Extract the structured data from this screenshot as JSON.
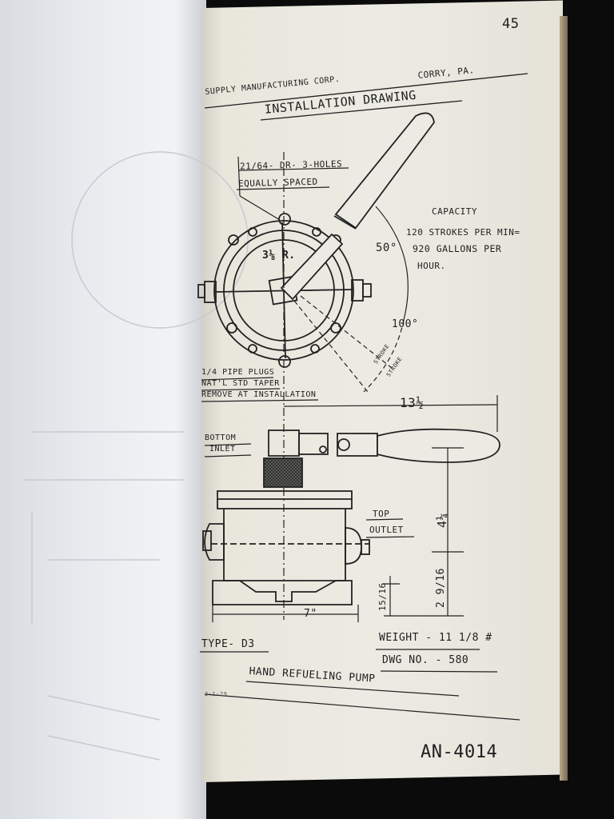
{
  "page_number": "45",
  "header": {
    "company": "SUPPLY MANUFACTURING CORP.",
    "location": "CORRY, PA.",
    "title": "INSTALLATION DRAWING"
  },
  "callouts": {
    "holes_line1": "21/64- DR- 3-HOLES",
    "holes_line2": "EQUALLY SPACED",
    "radius": "3⅛ R.",
    "angle_50": "50°",
    "angle_100": "100°",
    "stroke_a": "STROKE",
    "stroke_b": "STROKE",
    "pipe_plugs_1": "1/4 PIPE PLUGS",
    "pipe_plugs_2": "NAT'L STD TAPER",
    "pipe_plugs_3": "REMOVE AT INSTALLATION",
    "bottom_inlet_1": "BOTTOM",
    "bottom_inlet_2": "INLET",
    "top_outlet_1": "TOP",
    "top_outlet_2": "OUTLET"
  },
  "capacity": {
    "line1": "CAPACITY",
    "line2": "120 STROKES PER MIN=",
    "line3": "920 GALLONS PER",
    "line4": "HOUR."
  },
  "dimensions": {
    "handle_length": "13½",
    "height_upper": "4¼",
    "height_lower": "2 9/16",
    "base_height": "15/16",
    "base_width": "7\""
  },
  "footer": {
    "type": "TYPE- D3",
    "weight": "WEIGHT - 11 1/8 #",
    "dwg_no": "DWG NO. - 580",
    "title": "HAND REFUELING PUMP",
    "date": "3-1-29",
    "an_number": "AN-4014"
  }
}
